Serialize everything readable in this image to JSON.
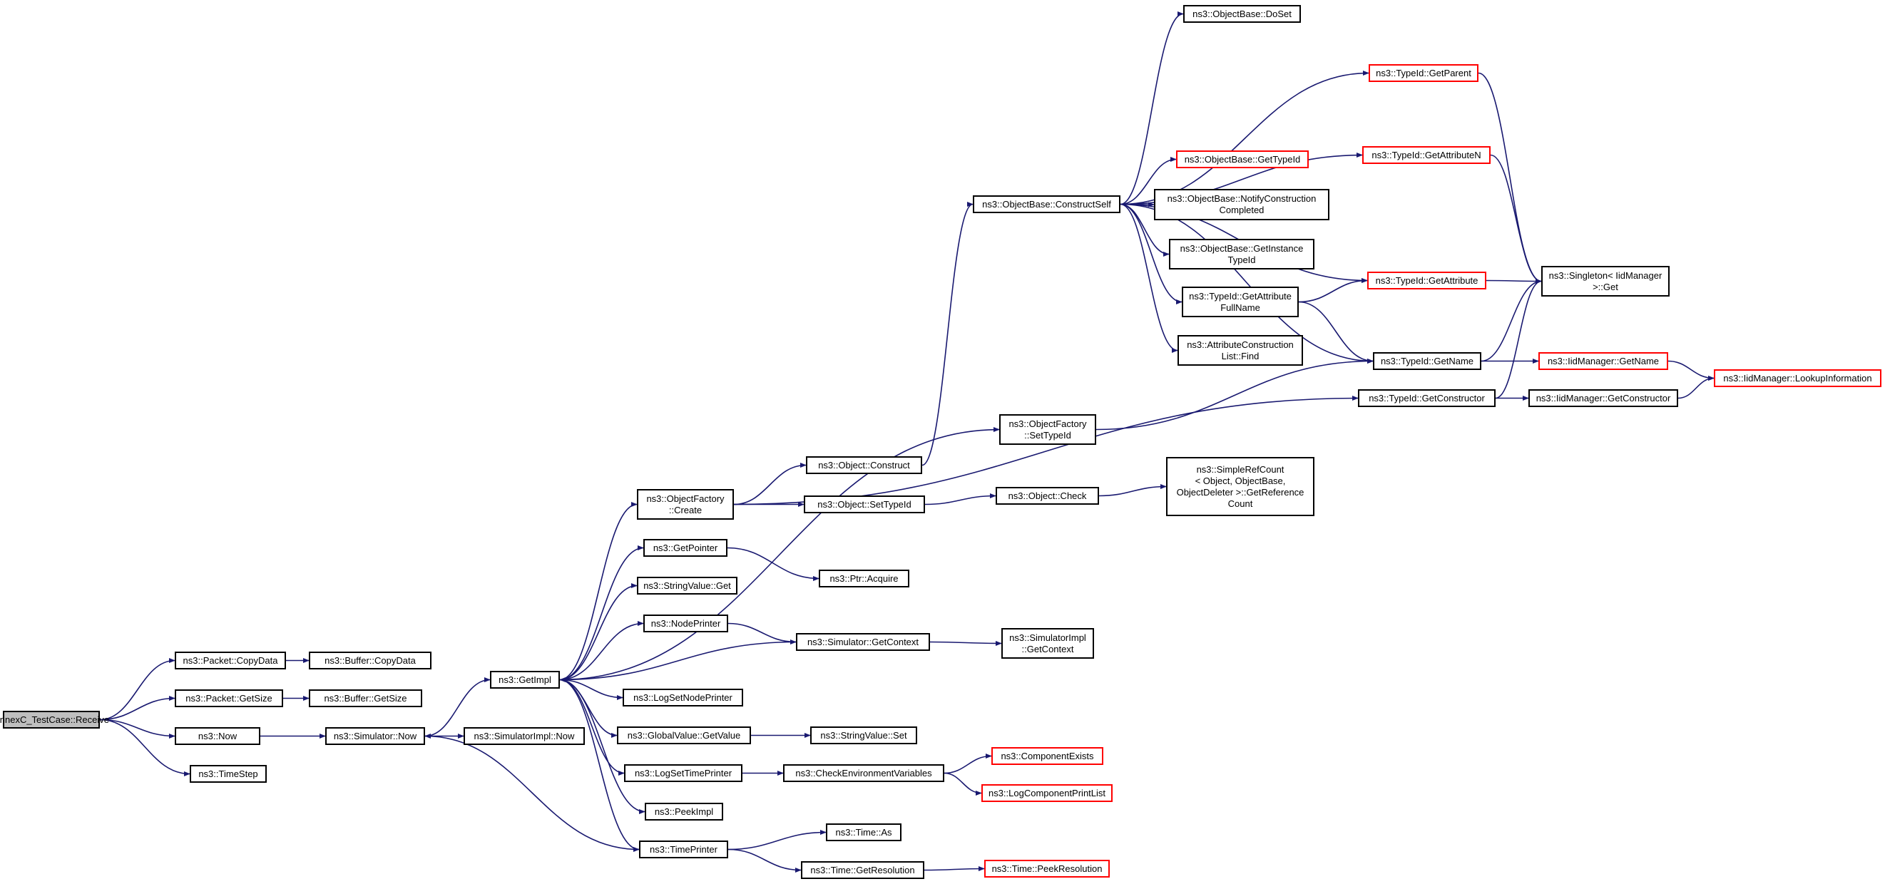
{
  "graph": {
    "edge_color": "#191970",
    "root_fill": "#bfbfbf",
    "missing_border_color": "#ff0000",
    "default_border_color": "#000000"
  },
  "nodes": [
    {
      "id": "recv",
      "label": "AnnexC_TestCase::Receive",
      "style": "root"
    },
    {
      "id": "pktcopy",
      "label": "ns3::Packet::CopyData"
    },
    {
      "id": "pktsize",
      "label": "ns3::Packet::GetSize"
    },
    {
      "id": "now",
      "label": "ns3::Now"
    },
    {
      "id": "timestep",
      "label": "ns3::TimeStep"
    },
    {
      "id": "bufcopy",
      "label": "ns3::Buffer::CopyData"
    },
    {
      "id": "bufsize",
      "label": "ns3::Buffer::GetSize"
    },
    {
      "id": "simnow",
      "label": "ns3::Simulator::Now"
    },
    {
      "id": "simimplnow",
      "label": "ns3::SimulatorImpl::Now"
    },
    {
      "id": "getimpl",
      "label": "ns3::GetImpl"
    },
    {
      "id": "ofcreate",
      "label": "ns3::ObjectFactory\n::Create"
    },
    {
      "id": "getpointer",
      "label": "ns3::GetPointer"
    },
    {
      "id": "strget",
      "label": "ns3::StringValue::Get"
    },
    {
      "id": "nodeprinter",
      "label": "ns3::NodePrinter"
    },
    {
      "id": "logsetnode",
      "label": "ns3::LogSetNodePrinter"
    },
    {
      "id": "gvgetvalue",
      "label": "ns3::GlobalValue::GetValue"
    },
    {
      "id": "logsettime",
      "label": "ns3::LogSetTimePrinter"
    },
    {
      "id": "peekimpl",
      "label": "ns3::PeekImpl"
    },
    {
      "id": "timeprinter",
      "label": "ns3::TimePrinter"
    },
    {
      "id": "objconstruct",
      "label": "ns3::Object::Construct"
    },
    {
      "id": "objsettypeid",
      "label": "ns3::Object::SetTypeId"
    },
    {
      "id": "ptracquire",
      "label": "ns3::Ptr::Acquire"
    },
    {
      "id": "simgetctx",
      "label": "ns3::Simulator::GetContext"
    },
    {
      "id": "strset",
      "label": "ns3::StringValue::Set"
    },
    {
      "id": "checkenv",
      "label": "ns3::CheckEnvironmentVariables"
    },
    {
      "id": "timeas",
      "label": "ns3::Time::As"
    },
    {
      "id": "timegetres",
      "label": "ns3::Time::GetResolution"
    },
    {
      "id": "constructself",
      "label": "ns3::ObjectBase::ConstructSelf"
    },
    {
      "id": "ofsettypeid",
      "label": "ns3::ObjectFactory\n::SetTypeId"
    },
    {
      "id": "objcheck",
      "label": "ns3::Object::Check"
    },
    {
      "id": "simimplctx",
      "label": "ns3::SimulatorImpl\n::GetContext"
    },
    {
      "id": "compexists",
      "label": "ns3::ComponentExists",
      "style": "red"
    },
    {
      "id": "logcompprint",
      "label": "ns3::LogComponentPrintList",
      "style": "red"
    },
    {
      "id": "peekres",
      "label": "ns3::Time::PeekResolution",
      "style": "red"
    },
    {
      "id": "doset",
      "label": "ns3::ObjectBase::DoSet"
    },
    {
      "id": "obgettypeid",
      "label": "ns3::ObjectBase::GetTypeId",
      "style": "red"
    },
    {
      "id": "notifycc",
      "label": "ns3::ObjectBase::NotifyConstruction\nCompleted"
    },
    {
      "id": "getinsttypeid",
      "label": "ns3::ObjectBase::GetInstance\nTypeId"
    },
    {
      "id": "getattrfull",
      "label": "ns3::TypeId::GetAttribute\nFullName"
    },
    {
      "id": "attrconstfind",
      "label": "ns3::AttributeConstruction\nList::Find"
    },
    {
      "id": "simplerefcount",
      "label": "ns3::SimpleRefCount\n< Object, ObjectBase,\nObjectDeleter >::GetReference\nCount"
    },
    {
      "id": "tgetparent",
      "label": "ns3::TypeId::GetParent",
      "style": "red"
    },
    {
      "id": "tgetattrn",
      "label": "ns3::TypeId::GetAttributeN",
      "style": "red"
    },
    {
      "id": "tgetattr",
      "label": "ns3::TypeId::GetAttribute",
      "style": "red"
    },
    {
      "id": "tgetname",
      "label": "ns3::TypeId::GetName"
    },
    {
      "id": "tgetctor",
      "label": "ns3::TypeId::GetConstructor"
    },
    {
      "id": "singleton",
      "label": "ns3::Singleton< IidManager\n>::Get"
    },
    {
      "id": "iidgetname",
      "label": "ns3::IidManager::GetName",
      "style": "red"
    },
    {
      "id": "iidgetctor",
      "label": "ns3::IidManager::GetConstructor"
    },
    {
      "id": "iidlookup",
      "label": "ns3::IidManager::LookupInformation",
      "style": "red"
    }
  ]
}
